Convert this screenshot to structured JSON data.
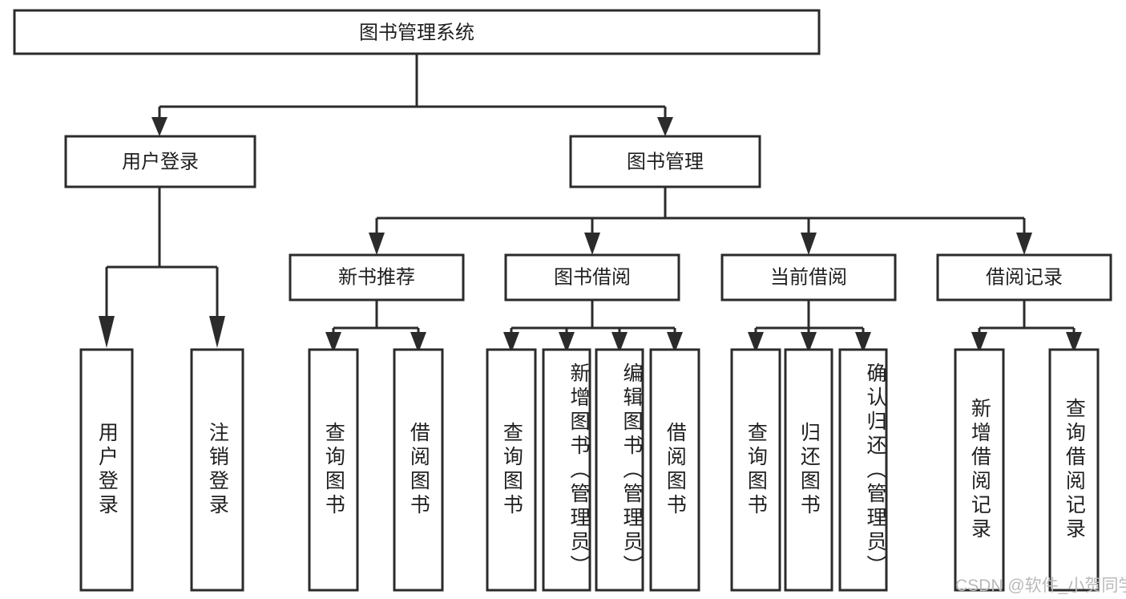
{
  "diagram": {
    "type": "hierarchy-tree",
    "title_node": {
      "label": "图书管理系统"
    },
    "level2": [
      {
        "id": "user-login",
        "label": "用户登录"
      },
      {
        "id": "book-management",
        "label": "图书管理"
      }
    ],
    "level3": [
      {
        "id": "new-book-recommend",
        "label": "新书推荐",
        "parent": "book-management"
      },
      {
        "id": "book-borrow",
        "label": "图书借阅",
        "parent": "book-management"
      },
      {
        "id": "current-borrow",
        "label": "当前借阅",
        "parent": "book-management"
      },
      {
        "id": "borrow-record",
        "label": "借阅记录",
        "parent": "book-management"
      }
    ],
    "leaves": [
      {
        "id": "leaf-user-login",
        "label": "用户登录",
        "parent": "user-login"
      },
      {
        "id": "leaf-logout-login",
        "label": "注销登录",
        "parent": "user-login"
      },
      {
        "id": "leaf-query-book-1",
        "label": "查询图书",
        "parent": "new-book-recommend"
      },
      {
        "id": "leaf-borrow-book-1",
        "label": "借阅图书",
        "parent": "new-book-recommend"
      },
      {
        "id": "leaf-query-book-2",
        "label": "查询图书",
        "parent": "book-borrow"
      },
      {
        "id": "leaf-add-book",
        "label": "新增图书（管理员）",
        "parent": "book-borrow"
      },
      {
        "id": "leaf-edit-book",
        "label": "编辑图书（管理员）",
        "parent": "book-borrow"
      },
      {
        "id": "leaf-borrow-book-2",
        "label": "借阅图书",
        "parent": "book-borrow"
      },
      {
        "id": "leaf-query-book-3",
        "label": "查询图书",
        "parent": "current-borrow"
      },
      {
        "id": "leaf-return-book",
        "label": "归还图书",
        "parent": "current-borrow"
      },
      {
        "id": "leaf-confirm-return",
        "label": "确认归还（管理员）",
        "parent": "current-borrow"
      },
      {
        "id": "leaf-add-record",
        "label": "新增借阅记录",
        "parent": "borrow-record"
      },
      {
        "id": "leaf-query-record",
        "label": "查询借阅记录",
        "parent": "borrow-record"
      }
    ],
    "watermark": "CSDN @软件_小贺同学",
    "colors": {
      "stroke": "#2b2b2b",
      "box_fill": "#ffffff",
      "text": "#1f1f1f",
      "background": "#ffffff",
      "watermark": "#b9b9b9"
    }
  }
}
